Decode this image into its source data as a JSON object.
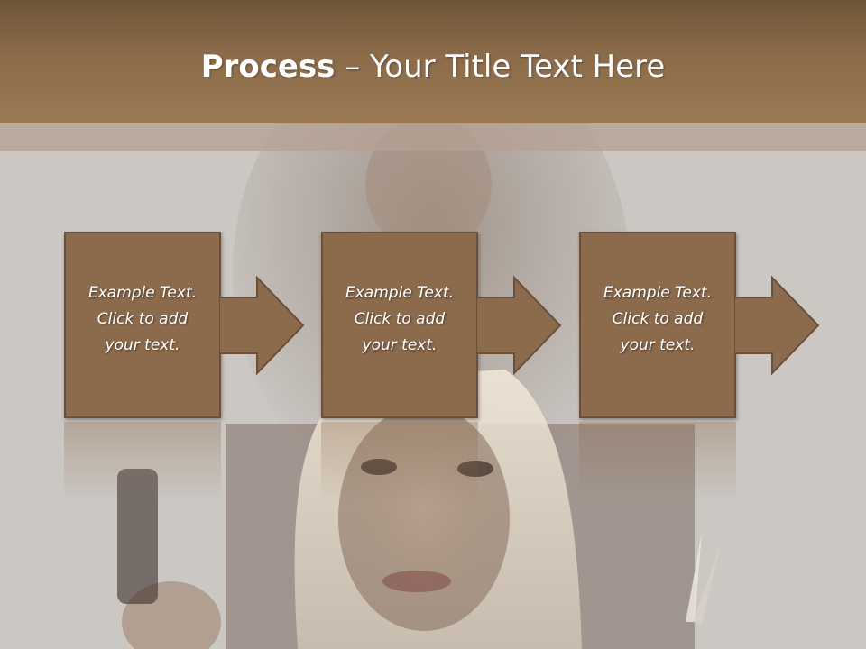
{
  "slide": {
    "title_bold": "Process",
    "title_rest": " – Your Title Text Here",
    "steps": [
      {
        "line1": "Example Text.",
        "line2": "Click  to add",
        "line3": "your text."
      },
      {
        "line1": "Example Text.",
        "line2": "Click  to add",
        "line3": "your text."
      },
      {
        "line1": "Example Text.",
        "line2": "Click  to add",
        "line3": "your text."
      }
    ]
  },
  "colors": {
    "header": "#8c6b49",
    "box_fill": "#8c6b4d",
    "box_border": "#6a503a",
    "background": "#cbc7c3"
  }
}
